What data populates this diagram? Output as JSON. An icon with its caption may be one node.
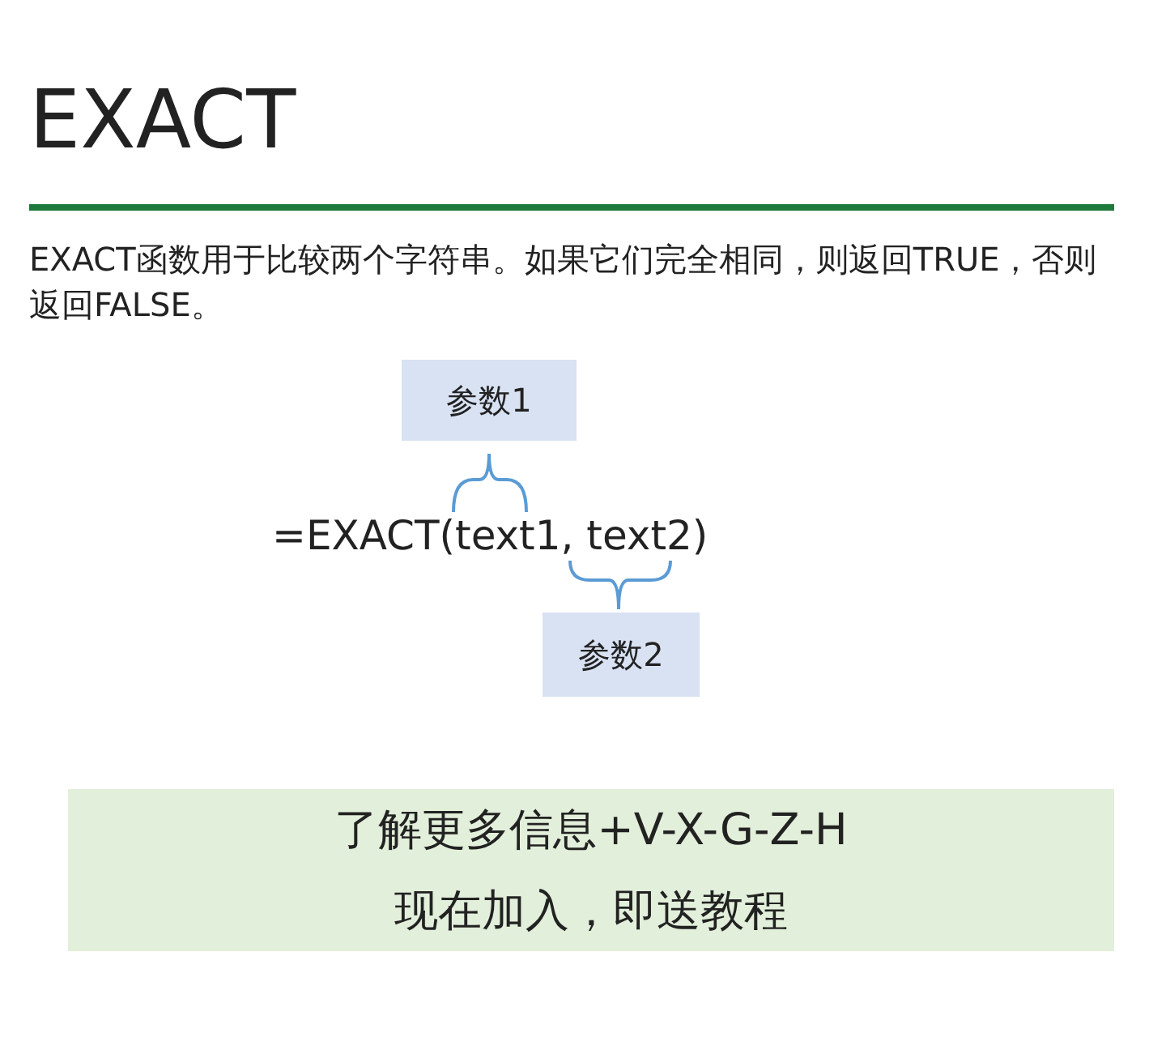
{
  "diagram": {
    "title": "EXACT",
    "nodes": [
      {
        "text": [
          "参数1"
        ]
      },
      {
        "text": [
          "参数2"
        ]
      },
      {
        "text": [
          "了解更多信息+V-X-G-Z-H",
          "现在加入，即送教程"
        ]
      }
    ],
    "labels": [
      "EXACT函数用于比较两个字符串。如果它们完全相同，则返回TRUE，否则返回FALSE。",
      "=EXACT(text1, text2)"
    ]
  }
}
